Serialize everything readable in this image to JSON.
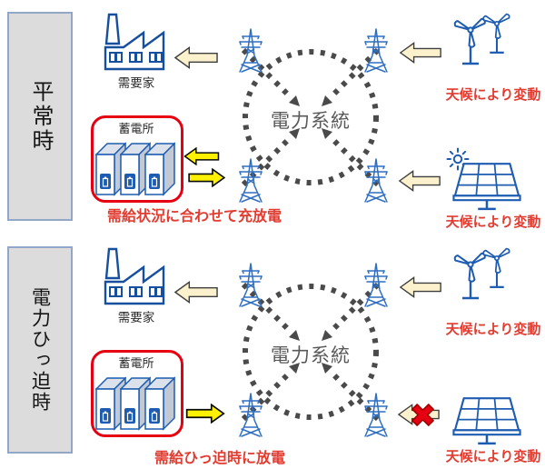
{
  "panels": [
    {
      "side_label": "平常時",
      "consumer_label": "需要家",
      "battery_label": "蓄電所",
      "battery_caption": "需給状況に合わせて充放電",
      "grid_label": "電力系統",
      "wind_caption": "天候により変動",
      "solar_caption": "天候により変動"
    },
    {
      "side_label": "電力ひっ迫時",
      "consumer_label": "需要家",
      "battery_label": "蓄電所",
      "battery_caption": "需給ひっ迫時に放電",
      "grid_label": "電力系統",
      "wind_caption": "天候により変動",
      "solar_caption": "天候により変動"
    }
  ],
  "colors": {
    "icon_blue": "#1d5cb0",
    "tower_blue": "#2f6fc1",
    "alert_red": "#e60012",
    "caption_red": "#e23b30",
    "grid_gray": "#4a4a4a",
    "bright_arrow_yellow": "#fff100",
    "pale_arrow_cream": "#fbf2cd",
    "side_box_gray": "#dcdcdc"
  }
}
